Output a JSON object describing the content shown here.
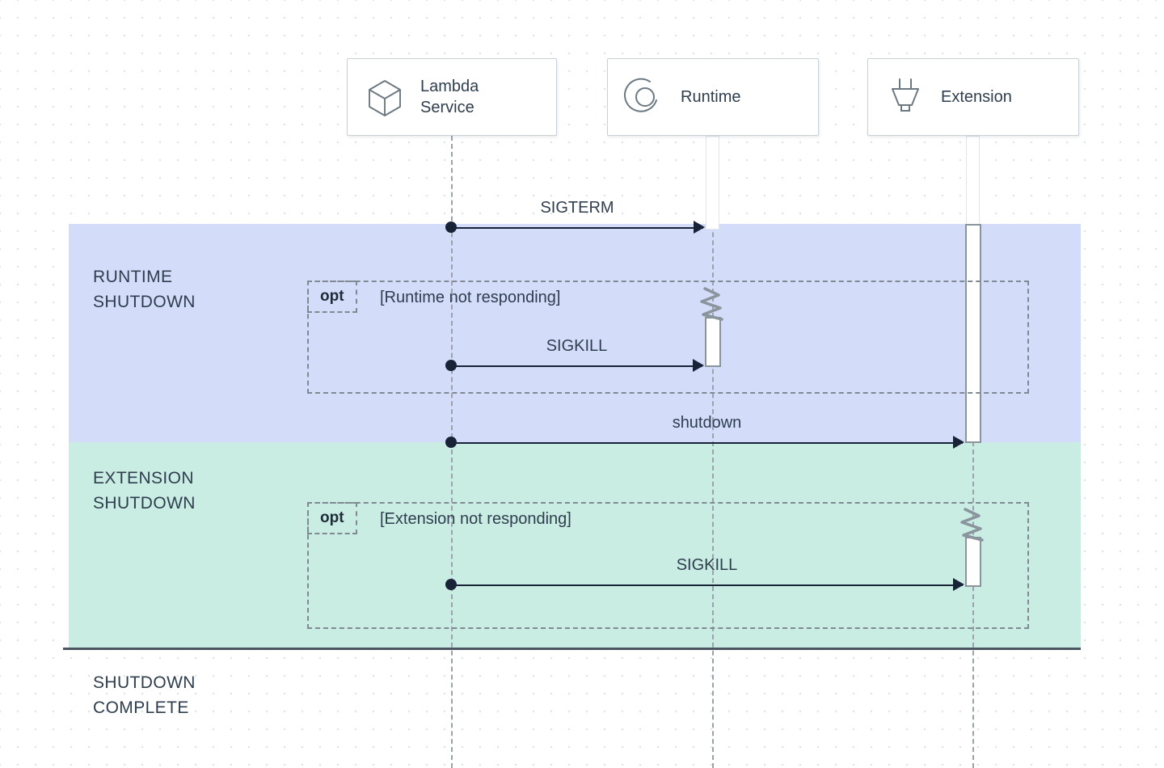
{
  "diagram": {
    "type": "sequence-diagram",
    "title": "Lambda shutdown sequence"
  },
  "colors": {
    "band_runtime": "#d3ddfa",
    "band_extension": "#c9ece3",
    "message_line": "#182338",
    "lifeline": "#9aa3ab",
    "fragment_border": "#7f8a93",
    "page_background": "#ffffff",
    "dot_grid": "#dfe3e6"
  },
  "participants": [
    {
      "id": "lambda",
      "label": "Lambda\nService",
      "icon": "cube-icon"
    },
    {
      "id": "runtime",
      "label": "Runtime",
      "icon": "loading-spinner-icon"
    },
    {
      "id": "extension",
      "label": "Extension",
      "icon": "power-plug-icon"
    }
  ],
  "phases": [
    {
      "id": "runtime-shutdown",
      "label": "RUNTIME\nSHUTDOWN"
    },
    {
      "id": "extension-shutdown",
      "label": "EXTENSION\nSHUTDOWN"
    },
    {
      "id": "shutdown-complete",
      "label": "SHUTDOWN\nCOMPLETE"
    }
  ],
  "messages": [
    {
      "id": "sigterm",
      "label": "SIGTERM",
      "from": "lambda",
      "to": "runtime"
    },
    {
      "id": "sigkill1",
      "label": "SIGKILL",
      "from": "lambda",
      "to": "runtime"
    },
    {
      "id": "shutdown",
      "label": "shutdown",
      "from": "lambda",
      "to": "extension"
    },
    {
      "id": "sigkill2",
      "label": "SIGKILL",
      "from": "lambda",
      "to": "extension"
    }
  ],
  "fragments": [
    {
      "id": "runtime-opt",
      "keyword": "opt",
      "condition": "[Runtime not responding]"
    },
    {
      "id": "extension-opt",
      "keyword": "opt",
      "condition": "[Extension not responding]"
    }
  ]
}
